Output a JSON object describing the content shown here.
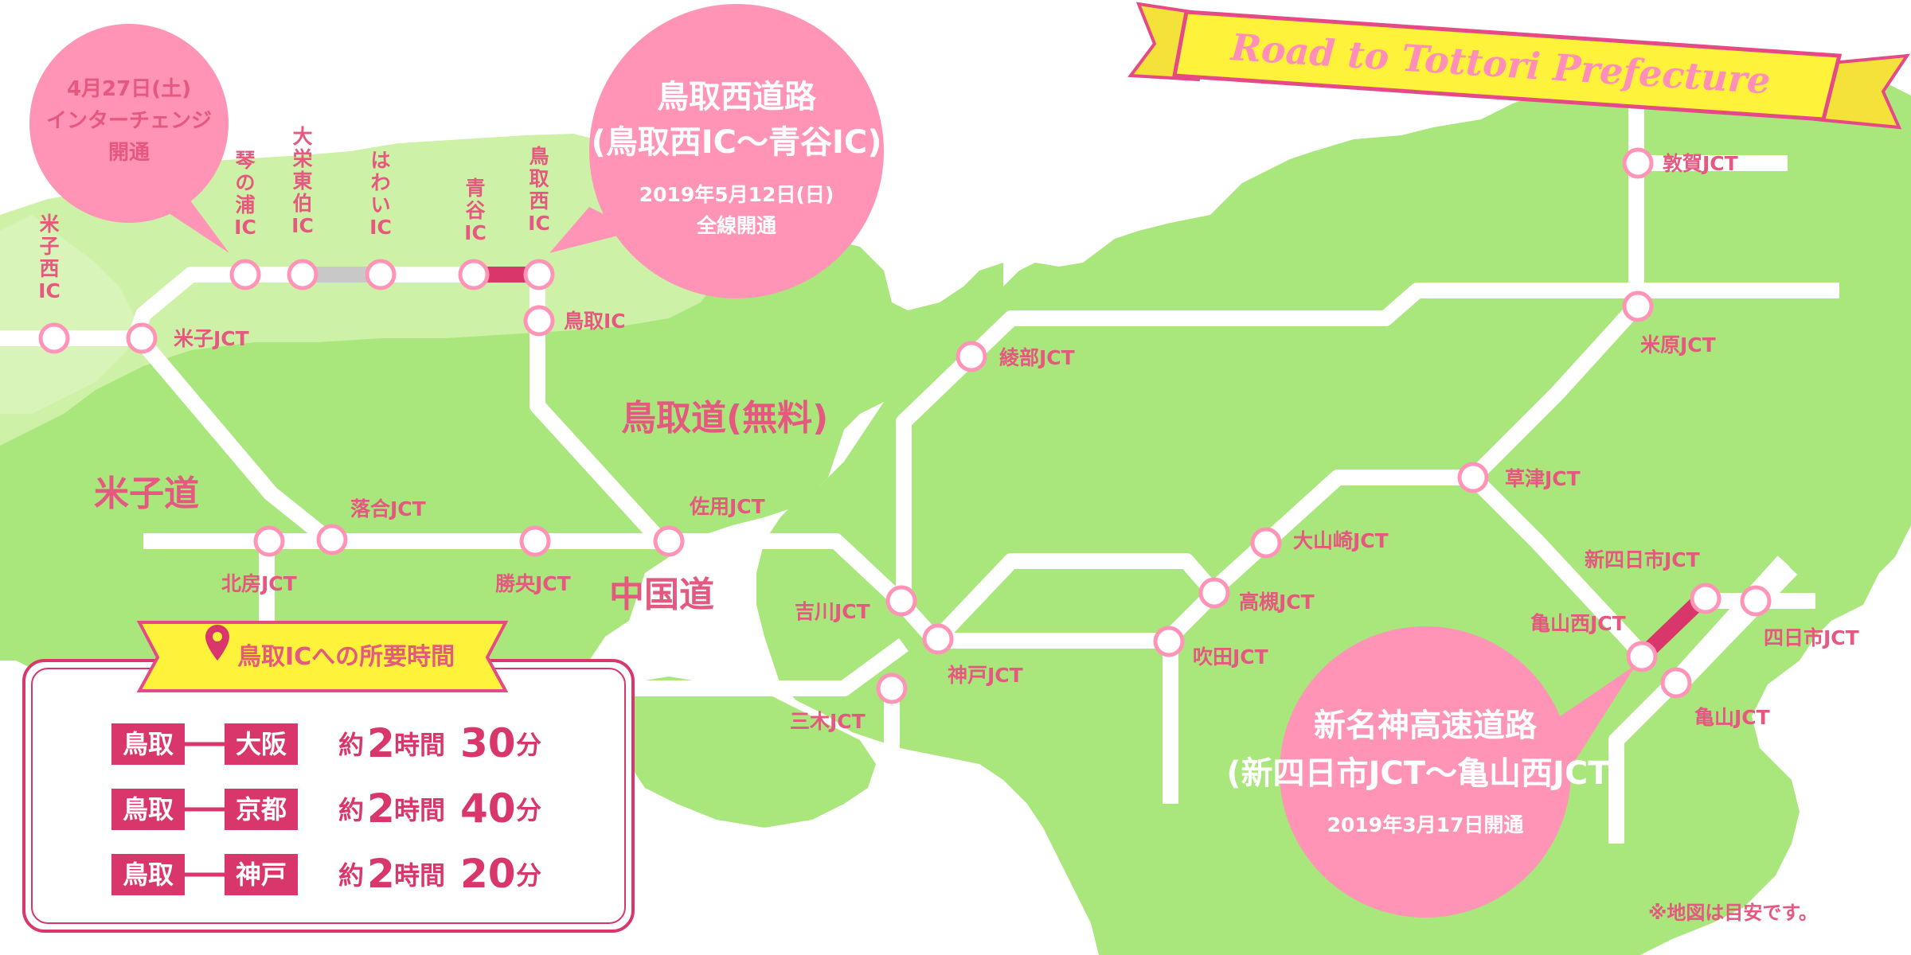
{
  "banner": {
    "title": "Road to Tottori Prefecture"
  },
  "callouts": {
    "opening_small": {
      "line1": "4月27日(土)",
      "line2": "インターチェンジ",
      "line3": "開通"
    },
    "tottori_nishi": {
      "title1": "鳥取西道路",
      "title2": "(鳥取西IC〜青谷IC)",
      "sub1": "2019年5月12日(日)",
      "sub2": "全線開通"
    },
    "shin_meishin": {
      "title1": "新名神高速道路",
      "title2": "(新四日市JCT〜亀山西JCT)",
      "sub1": "2019年3月17日開通"
    }
  },
  "road_names": {
    "yonago_do": "米子道",
    "tottori_do": "鳥取道(無料)",
    "chugoku_do": "中国道"
  },
  "vertical_labels": {
    "yonago_nishi": "米子西IC",
    "kotoura": "琴の浦IC",
    "daiei_touhaku": "大栄東伯IC",
    "hawai": "はわいIC",
    "aoya": "青谷IC",
    "tottori_nishi": "鳥取西IC"
  },
  "nodes": {
    "tottori_ic": "鳥取IC",
    "yonago_jct": "米子JCT",
    "ochiai_jct": "落合JCT",
    "hokubo_jct": "北房JCT",
    "shoou_jct": "勝央JCT",
    "sayo_jct": "佐用JCT",
    "ayabe_jct": "綾部JCT",
    "yokawa_jct": "吉川JCT",
    "kobe_jct": "神戸JCT",
    "miki_jct": "三木JCT",
    "oyamazaki_jct": "大山崎JCT",
    "takatsuki_jct": "高槻JCT",
    "suita_jct": "吹田JCT",
    "kusatsu_jct": "草津JCT",
    "tsuruga_jct": "敦賀JCT",
    "maibara_jct": "米原JCT",
    "shin_yokkaichi_jct": "新四日市JCT",
    "kameyama_nishi_jct": "亀山西JCT",
    "yokkaichi_jct": "四日市JCT",
    "kameyama_jct": "亀山JCT"
  },
  "travel_box": {
    "header": "鳥取ICへの所要時間",
    "rows": [
      {
        "from": "鳥取",
        "to": "大阪",
        "prefix": "約",
        "hours": "2",
        "hours_unit": "時間",
        "minutes": "30",
        "minutes_unit": "分"
      },
      {
        "from": "鳥取",
        "to": "京都",
        "prefix": "約",
        "hours": "2",
        "hours_unit": "時間",
        "minutes": "40",
        "minutes_unit": "分"
      },
      {
        "from": "鳥取",
        "to": "神戸",
        "prefix": "約",
        "hours": "2",
        "hours_unit": "時間",
        "minutes": "20",
        "minutes_unit": "分"
      }
    ]
  },
  "note": "※地図は目安です。",
  "colors": {
    "land": "#a9e67c",
    "land_light": "#cdf1a6",
    "pink": "#ff94b6",
    "pink_dark": "#d9376b",
    "banner_yellow": "#fff23a",
    "road": "#ffffff"
  }
}
